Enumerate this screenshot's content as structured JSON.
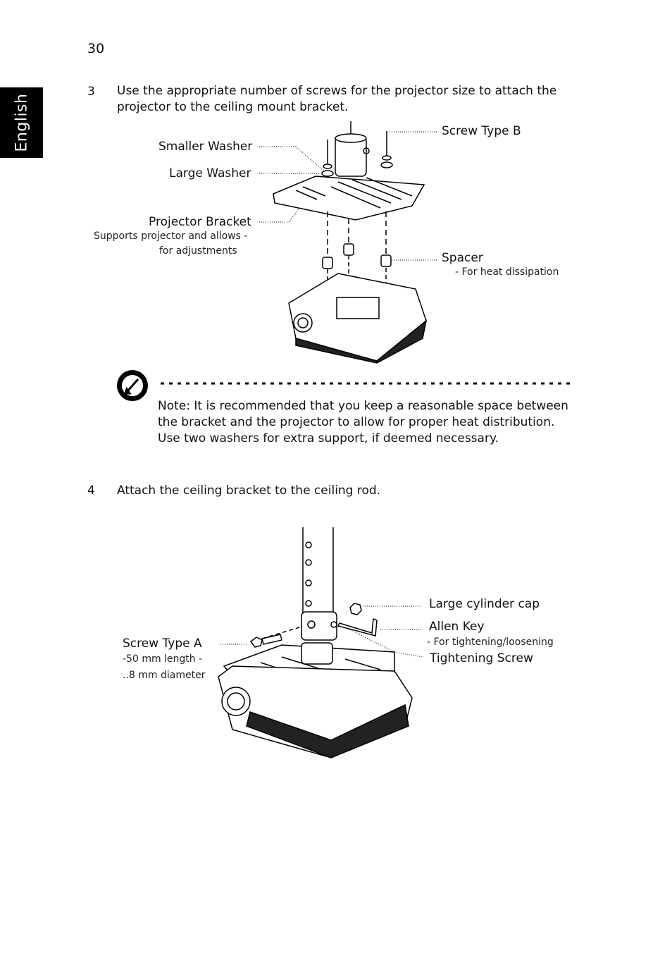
{
  "page": {
    "number": "30",
    "side_tab": "English"
  },
  "step3": {
    "number": "3",
    "text": "Use the appropriate number of screws for the projector size to attach the projector to the ceiling mount bracket.",
    "labels": {
      "smaller_washer": "Smaller Washer",
      "large_washer": "Large Washer",
      "projector_bracket": "Projector Bracket",
      "projector_bracket_sub1": "Supports projector and allows -",
      "projector_bracket_sub2": "for adjustments",
      "screw_type_b": "Screw Type B",
      "spacer": "Spacer",
      "spacer_sub": "- For heat dissipation"
    }
  },
  "note": {
    "label": "Note:",
    "text": " It is recommended that you keep a reasonable space between the bracket and the projector to allow for proper heat distribution. Use two washers for extra support, if deemed necessary."
  },
  "step4": {
    "number": "4",
    "text": "Attach the ceiling bracket to the ceiling rod.",
    "labels": {
      "large_cylinder_cap": "Large cylinder cap",
      "allen_key": "Allen Key",
      "allen_key_sub": "- For tightening/loosening",
      "tightening_screw": "Tightening Screw",
      "screw_type_a": "Screw Type A",
      "screw_type_a_sub1": "-50 mm length -",
      "screw_type_a_sub2": "..8 mm diameter"
    }
  }
}
